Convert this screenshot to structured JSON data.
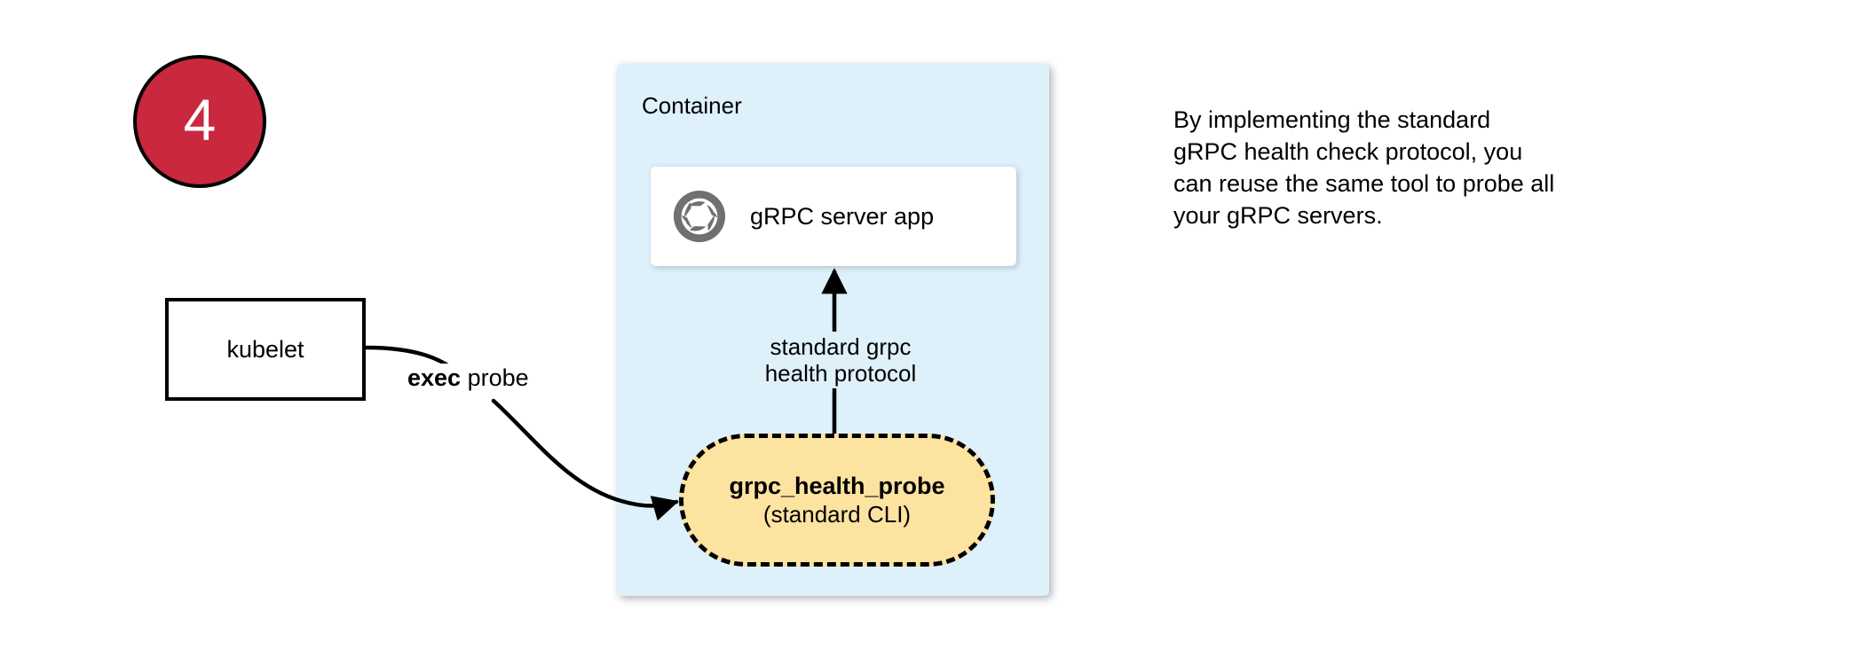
{
  "step": {
    "number": "4",
    "circle_fill": "#c9283e",
    "circle_border": "#000000",
    "number_color": "#ffffff"
  },
  "container": {
    "label": "Container",
    "fill": "#def1fb"
  },
  "grpc_server": {
    "label": "gRPC server app",
    "icon": "aperture-icon",
    "icon_color": "#707070",
    "fill": "#ffffff"
  },
  "health_probe": {
    "title": "grpc_health_probe",
    "subtitle": "(standard CLI)",
    "fill": "#fce3a0",
    "border_style": "dashed",
    "border_color": "#000000"
  },
  "kubelet": {
    "label": "kubelet",
    "fill": "#ffffff",
    "border_color": "#000000"
  },
  "edges": {
    "exec_probe": {
      "label_bold": "exec",
      "label_rest": " probe",
      "from": "kubelet",
      "to": "grpc_health_probe"
    },
    "health_protocol": {
      "line1": "standard grpc",
      "line2": "health protocol",
      "from": "grpc_health_probe",
      "to": "grpc_server_app"
    }
  },
  "note": {
    "lines": [
      "By implementing the standard",
      "gRPC health check protocol, you",
      "can reuse the same tool to probe all",
      "your gRPC servers."
    ]
  }
}
